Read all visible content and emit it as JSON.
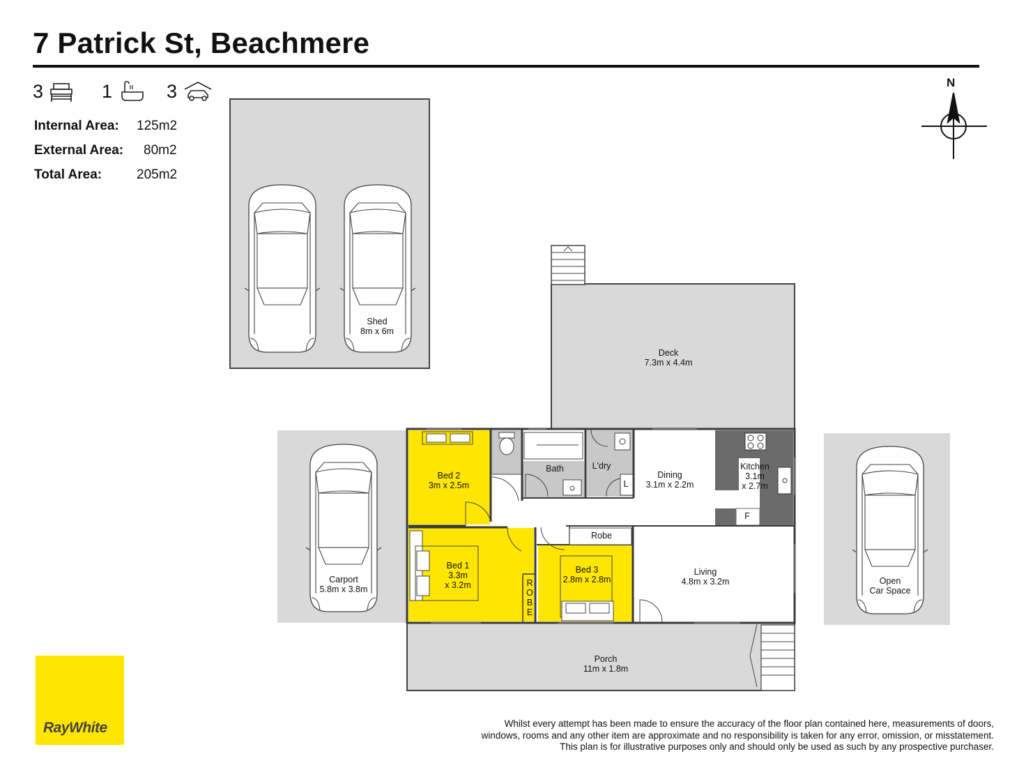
{
  "header": {
    "title": "7 Patrick St, Beachmere"
  },
  "features": {
    "bedrooms": "3",
    "bathrooms": "1",
    "car_spaces": "3"
  },
  "areas": [
    {
      "label": "Internal Area:",
      "value": "125m2"
    },
    {
      "label": "External Area:",
      "value": "80m2"
    },
    {
      "label": "Total Area:",
      "value": "205m2"
    }
  ],
  "compass": {
    "north_label": "N"
  },
  "rooms": {
    "shed": {
      "name": "Shed",
      "dims": "8m x 6m"
    },
    "deck": {
      "name": "Deck",
      "dims": "7.3m x 4.4m"
    },
    "bed2": {
      "name": "Bed 2",
      "dims": "3m x 2.5m"
    },
    "bath": {
      "name": "Bath"
    },
    "laundry": {
      "name": "L'dry"
    },
    "laundry_cupboard": {
      "name": "L"
    },
    "dining": {
      "name": "Dining",
      "dims": "3.1m x 2.2m"
    },
    "kitchen": {
      "name": "Kitchen",
      "dims1": "3.1m",
      "dims2": "x 2.7m"
    },
    "fridge": {
      "name": "F"
    },
    "bed1": {
      "name": "Bed 1",
      "dims1": "3.3m",
      "dims2": "x 3.2m"
    },
    "robe_vertical": {
      "name": "ROBE"
    },
    "robe": {
      "name": "Robe"
    },
    "bed3": {
      "name": "Bed 3",
      "dims": "2.8m x 2.8m"
    },
    "living": {
      "name": "Living",
      "dims": "4.8m x 3.2m"
    },
    "carport": {
      "name": "Carport",
      "dims": "5.8m x 3.8m"
    },
    "open_car": {
      "name1": "Open",
      "name2": "Car Space"
    },
    "porch": {
      "name": "Porch",
      "dims": "11m x 1.8m"
    }
  },
  "brand": {
    "logo_text": "RayWhite"
  },
  "disclaimer": {
    "line1": "Whilst every attempt has been made to ensure the accuracy of the floor plan contained here, measurements of doors,",
    "line2": "windows, rooms and any other item are approximate and no responsibility is taken for any error, omission, or misstatement.",
    "line3": "This plan is for illustrative purposes only and should only be used as such by any prospective purchaser."
  },
  "colors": {
    "bedroom": "#ffe600",
    "outdoor": "#d9d9d9",
    "wet_area": "#c8c8c8",
    "kitchen_bench": "#6b6b6b",
    "wall": "#3a3a3a",
    "logo": "#ffe600"
  },
  "icons": [
    "bed-icon",
    "bath-icon",
    "car-icon",
    "compass-icon",
    "stairs-icon",
    "car-outline-icon",
    "stove-icon",
    "sink-icon",
    "toilet-icon",
    "bed-furniture-icon"
  ]
}
